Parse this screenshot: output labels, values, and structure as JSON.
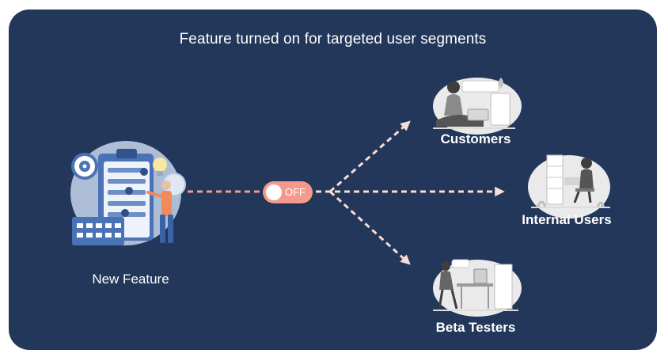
{
  "title": "Feature turned on for targeted user segments",
  "source": {
    "label": "New Feature"
  },
  "toggle": {
    "state_label": "OFF"
  },
  "targets": [
    {
      "label": "Customers"
    },
    {
      "label": "Internal Users"
    },
    {
      "label": "Beta Testers"
    }
  ],
  "colors": {
    "background": "#22375a",
    "connector": "#f49a8c",
    "arrow": "#f8ddd6",
    "illustration_blue": "#4a72b6",
    "illustration_gray": "#cfcfcf"
  }
}
